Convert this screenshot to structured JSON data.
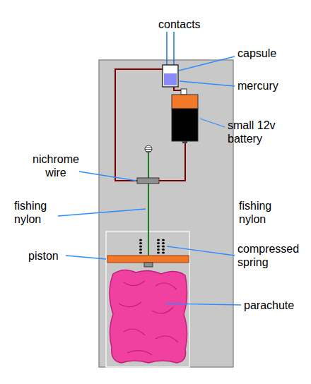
{
  "diagram": {
    "labels": [
      "contacts",
      "capsule",
      "mercury",
      "small 12v battery",
      "nichrome wire",
      "fishing nylon",
      "fishing nylon",
      "piston",
      "compressed spring",
      "parachute"
    ]
  }
}
